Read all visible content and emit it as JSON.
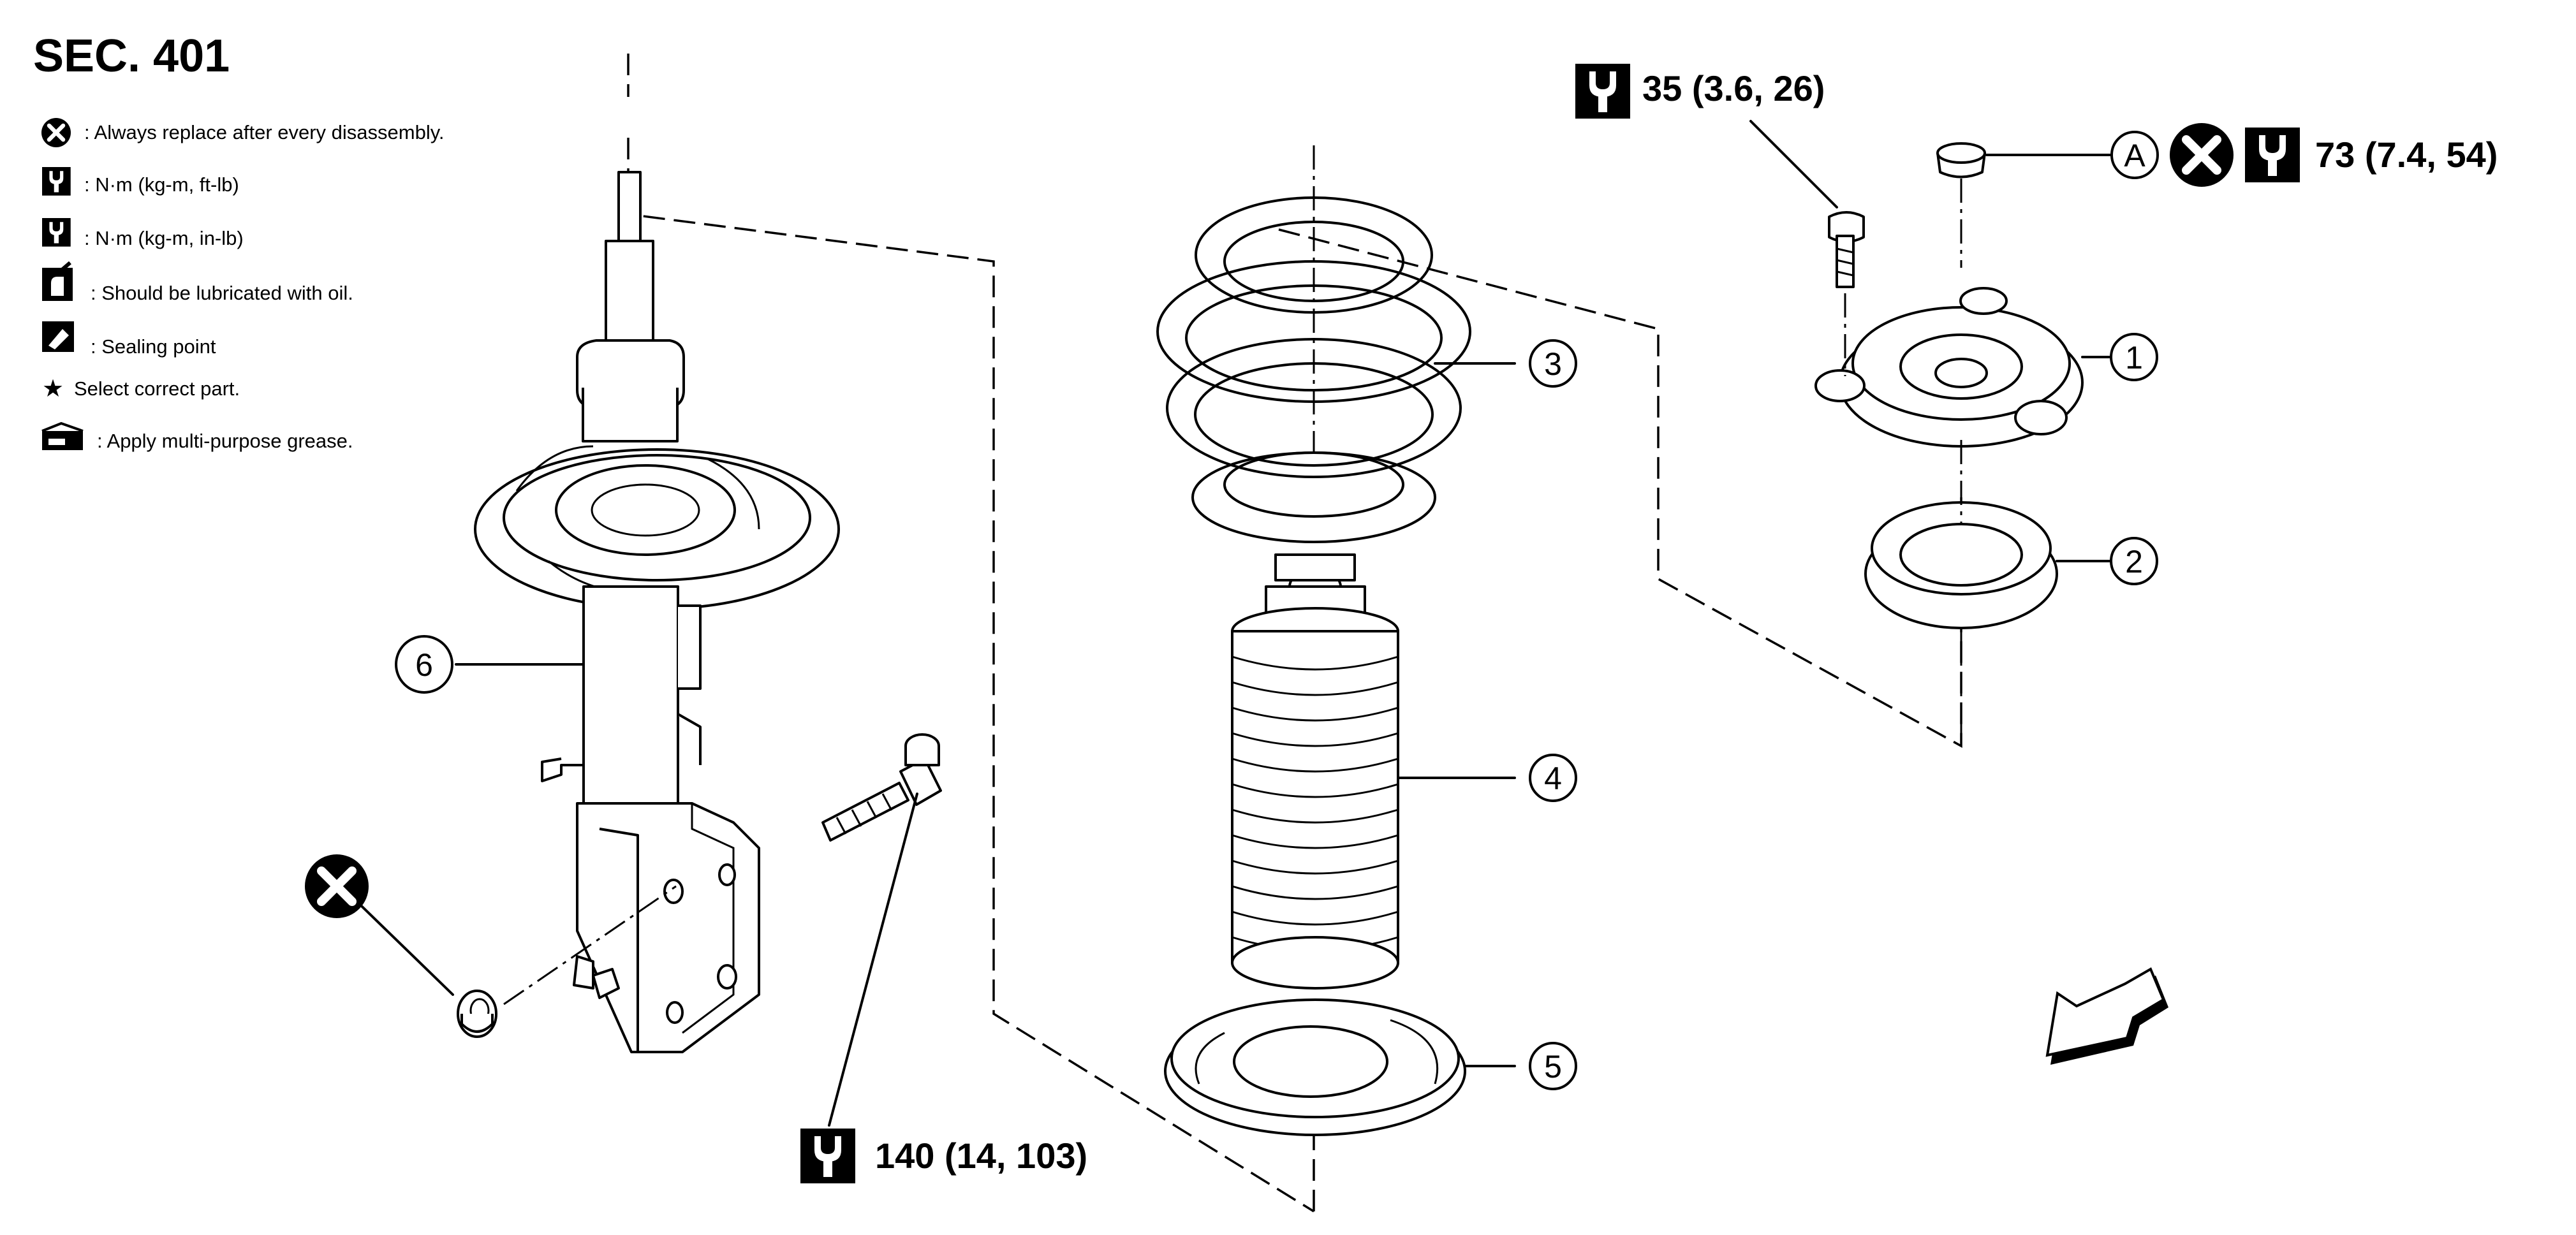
{
  "section_title": "SEC. 401",
  "legend": [
    {
      "icon": "always-replace-icon",
      "text": ": Always replace after every disassembly."
    },
    {
      "icon": "torque-wrench-icon",
      "text": ": N·m (kg-m, ft-lb)"
    },
    {
      "icon": "torque-wrench-small-icon",
      "text": ": N·m (kg-m, in-lb)"
    },
    {
      "icon": "oil-can-icon",
      "text": ": Should be lubricated with oil."
    },
    {
      "icon": "sealing-point-icon",
      "text": ": Sealing point"
    },
    {
      "icon": "star-icon",
      "text": "Select correct part."
    },
    {
      "icon": "grease-icon",
      "text": ": Apply multi-purpose grease."
    }
  ],
  "torque_specs": {
    "mount_bolt": "35 (3.6, 26)",
    "top_nut": "73 (7.4, 54)",
    "knuckle_bolt": "140 (14, 103)"
  },
  "callouts": [
    "1",
    "2",
    "3",
    "4",
    "5",
    "6"
  ],
  "reference_label": "A"
}
